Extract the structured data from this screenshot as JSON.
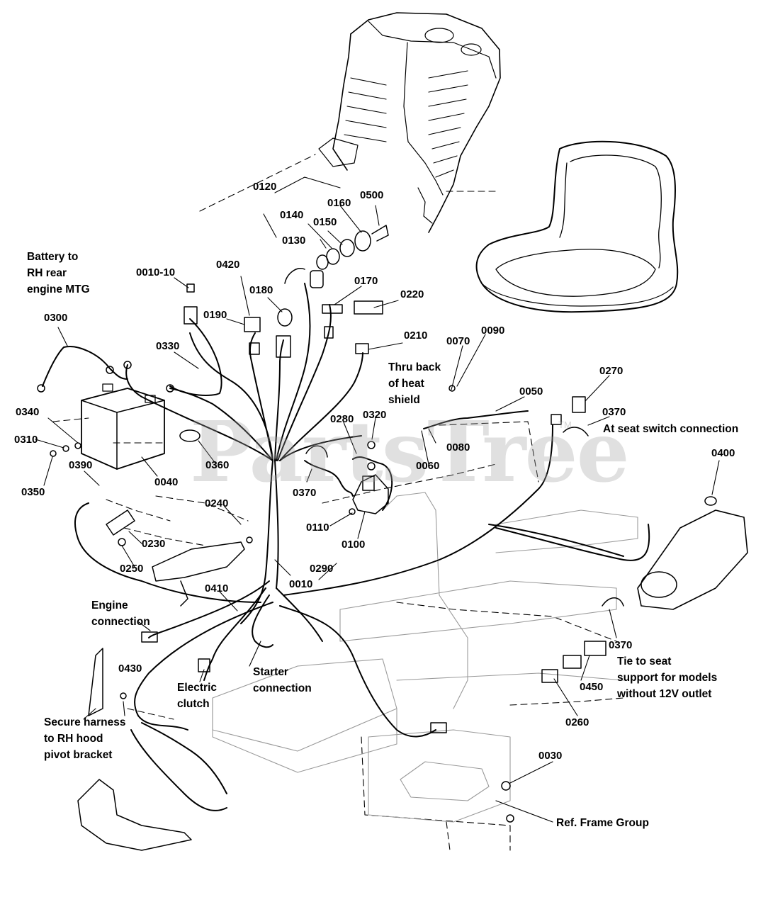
{
  "watermark": {
    "text": "PartsTree",
    "trademark": "TM"
  },
  "part_labels": {
    "p0120": "0120",
    "p0160": "0160",
    "p0500": "0500",
    "p0140": "0140",
    "p0150": "0150",
    "p0130": "0130",
    "p0010_10": "0010-10",
    "p0420": "0420",
    "p0180": "0180",
    "p0170": "0170",
    "p0220": "0220",
    "p0190": "0190",
    "p0300": "0300",
    "p0330": "0330",
    "p0210": "0210",
    "p0070": "0070",
    "p0090": "0090",
    "p0050": "0050",
    "p0270": "0270",
    "p0370_a": "0370",
    "p0340": "0340",
    "p0310": "0310",
    "p0350": "0350",
    "p0040": "0040",
    "p0360": "0360",
    "p0280": "0280",
    "p0320": "0320",
    "p0080": "0080",
    "p0060": "0060",
    "p0400": "0400",
    "p0390": "0390",
    "p0370_b": "0370",
    "p0110": "0110",
    "p0100": "0100",
    "p0240": "0240",
    "p0230": "0230",
    "p0250": "0250",
    "p0010": "0010",
    "p0290": "0290",
    "p0410": "0410",
    "p0370_c": "0370",
    "p0430": "0430",
    "p0450": "0450",
    "p0260": "0260",
    "p0030": "0030"
  },
  "notes": {
    "battery": "Battery to\nRH rear\nengine MTG",
    "heat_shield": "Thru back\nof heat\nshield",
    "seat_switch": "At seat switch connection",
    "engine": "Engine\nconnection",
    "starter": "Starter\nconnection",
    "clutch": "Electric\nclutch",
    "harness": "Secure harness\nto RH hood\npivot bracket",
    "tie_seat": "Tie to seat\nsupport for models\nwithout 12V outlet",
    "frame": "Ref. Frame Group"
  }
}
